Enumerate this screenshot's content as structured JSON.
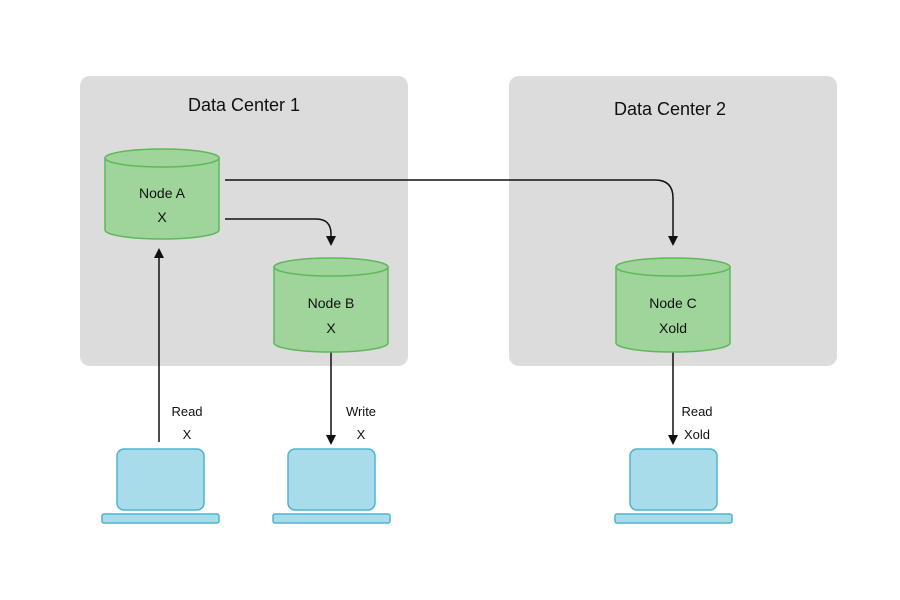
{
  "datacenters": [
    {
      "id": "dc1",
      "title": "Data Center 1"
    },
    {
      "id": "dc2",
      "title": "Data Center 2"
    }
  ],
  "nodes": [
    {
      "id": "a",
      "name": "Node A",
      "value": "X"
    },
    {
      "id": "b",
      "name": "Node B",
      "value": "X"
    },
    {
      "id": "c",
      "name": "Node C",
      "value": "Xold"
    }
  ],
  "client_ops": [
    {
      "id": "read-a",
      "op": "Read",
      "value": "X"
    },
    {
      "id": "write-b",
      "op": "Write",
      "value": "X"
    },
    {
      "id": "read-c",
      "op": "Read",
      "value": "Xold"
    }
  ],
  "colors": {
    "datacenter_fill": "#dcdcdc",
    "node_fill": "#9fd49b",
    "node_stroke": "#5fb85a",
    "client_fill": "#a8dcea",
    "client_stroke": "#4fb3d0",
    "arrow": "#111111"
  }
}
